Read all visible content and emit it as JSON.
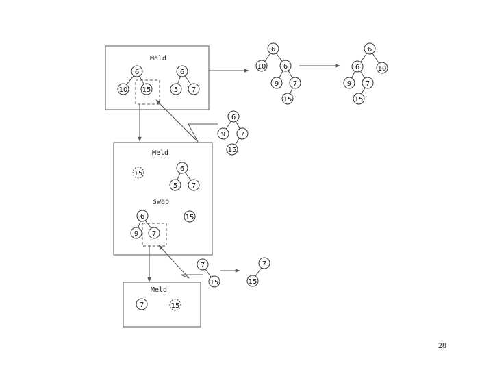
{
  "labels": {
    "meld_1": "Meld",
    "meld_2": "Meld",
    "meld_3": "Meld",
    "swap": "swap"
  },
  "nodes": {
    "b1_root_left": "6",
    "b1_l10": "10",
    "b1_l15": "15",
    "b1_root_right": "6",
    "b1_r5": "5",
    "b1_r7": "7",
    "t1_root": "6",
    "t1_10": "10",
    "t1_6": "6",
    "t1_9": "9",
    "t1_7": "7",
    "t1_15": "15",
    "t2_root": "6",
    "t2_6": "6",
    "t2_10": "10",
    "t2_9": "9",
    "t2_7": "7",
    "t2_15": "15",
    "side_6": "6",
    "side_9": "9",
    "side_7": "7",
    "side_15": "15",
    "b2_15a": "15",
    "b2_6": "6",
    "b2_5": "5",
    "b2_7a": "7",
    "b2_s6": "6",
    "b2_s9": "9",
    "b2_s7": "7",
    "b2_15b": "15",
    "m3_7": "7",
    "m3_15": "15",
    "r3_7": "7",
    "r3_15": "15",
    "b3_7": "7",
    "b3_15": "15"
  },
  "page_number": "28"
}
